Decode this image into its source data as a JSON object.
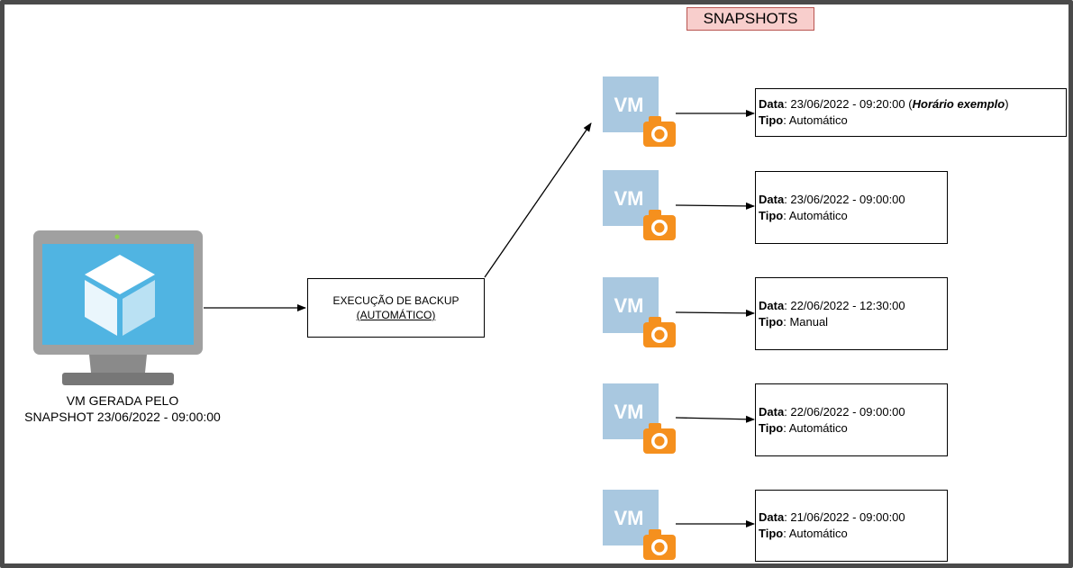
{
  "title": "SNAPSHOTS",
  "source_vm": {
    "caption_line1": "VM GERADA PELO",
    "caption_line2": "SNAPSHOT 23/06/2022 - 09:00:00"
  },
  "backup": {
    "line1": "EXECUÇÃO DE BACKUP",
    "line2": "(AUTOMÁTICO)"
  },
  "labels": {
    "data": "Data",
    "tipo": "Tipo"
  },
  "snapshots": [
    {
      "icon_text": "VM",
      "date": "23/06/2022 - 09:20:00",
      "note_open": " (",
      "note": "Horário exemplo",
      "note_close": ")",
      "type": "Automático"
    },
    {
      "icon_text": "VM",
      "date": "23/06/2022 - 09:00:00",
      "type": "Automático"
    },
    {
      "icon_text": "VM",
      "date": "22/06/2022 - 12:30:00",
      "type": "Manual"
    },
    {
      "icon_text": "VM",
      "date": "22/06/2022 - 09:00:00",
      "type": "Automático"
    },
    {
      "icon_text": "VM",
      "date": "21/06/2022 - 09:00:00",
      "type": "Automático"
    }
  ],
  "colors": {
    "vm_tile": "#a9c8e0",
    "camera": "#f5901e",
    "monitor_frame": "#9e9e9e",
    "monitor_screen": "#4fb4e2",
    "title_fill": "#f8cecc",
    "title_border": "#b85450"
  }
}
